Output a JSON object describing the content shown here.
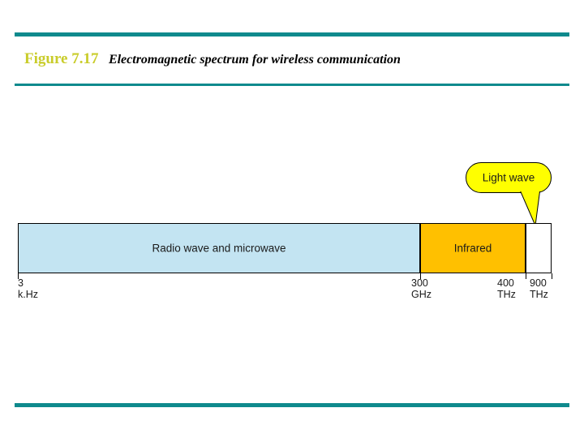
{
  "slide": {
    "figure_label": "Figure 7.17",
    "caption": "Electromagnetic spectrum for wireless communication",
    "accent_color": "#0f8a8d",
    "label_color": "#c9cc2a"
  },
  "diagram": {
    "type": "spectrum-bar",
    "bands": [
      {
        "name": "radio-microwave",
        "label": "Radio wave and microwave",
        "color": "#c3e4f2"
      },
      {
        "name": "infrared",
        "label": "Infrared",
        "color": "#ffc000"
      },
      {
        "name": "light-wave",
        "label": "",
        "color": "#ffffff"
      }
    ],
    "callout": {
      "label": "Light wave",
      "color": "#ffff00"
    },
    "axis_ticks": [
      {
        "value": "3",
        "unit": "k.Hz"
      },
      {
        "value": "300",
        "unit": "GHz"
      },
      {
        "value": "400",
        "unit": "THz"
      },
      {
        "value": "900",
        "unit": "THz"
      }
    ]
  }
}
